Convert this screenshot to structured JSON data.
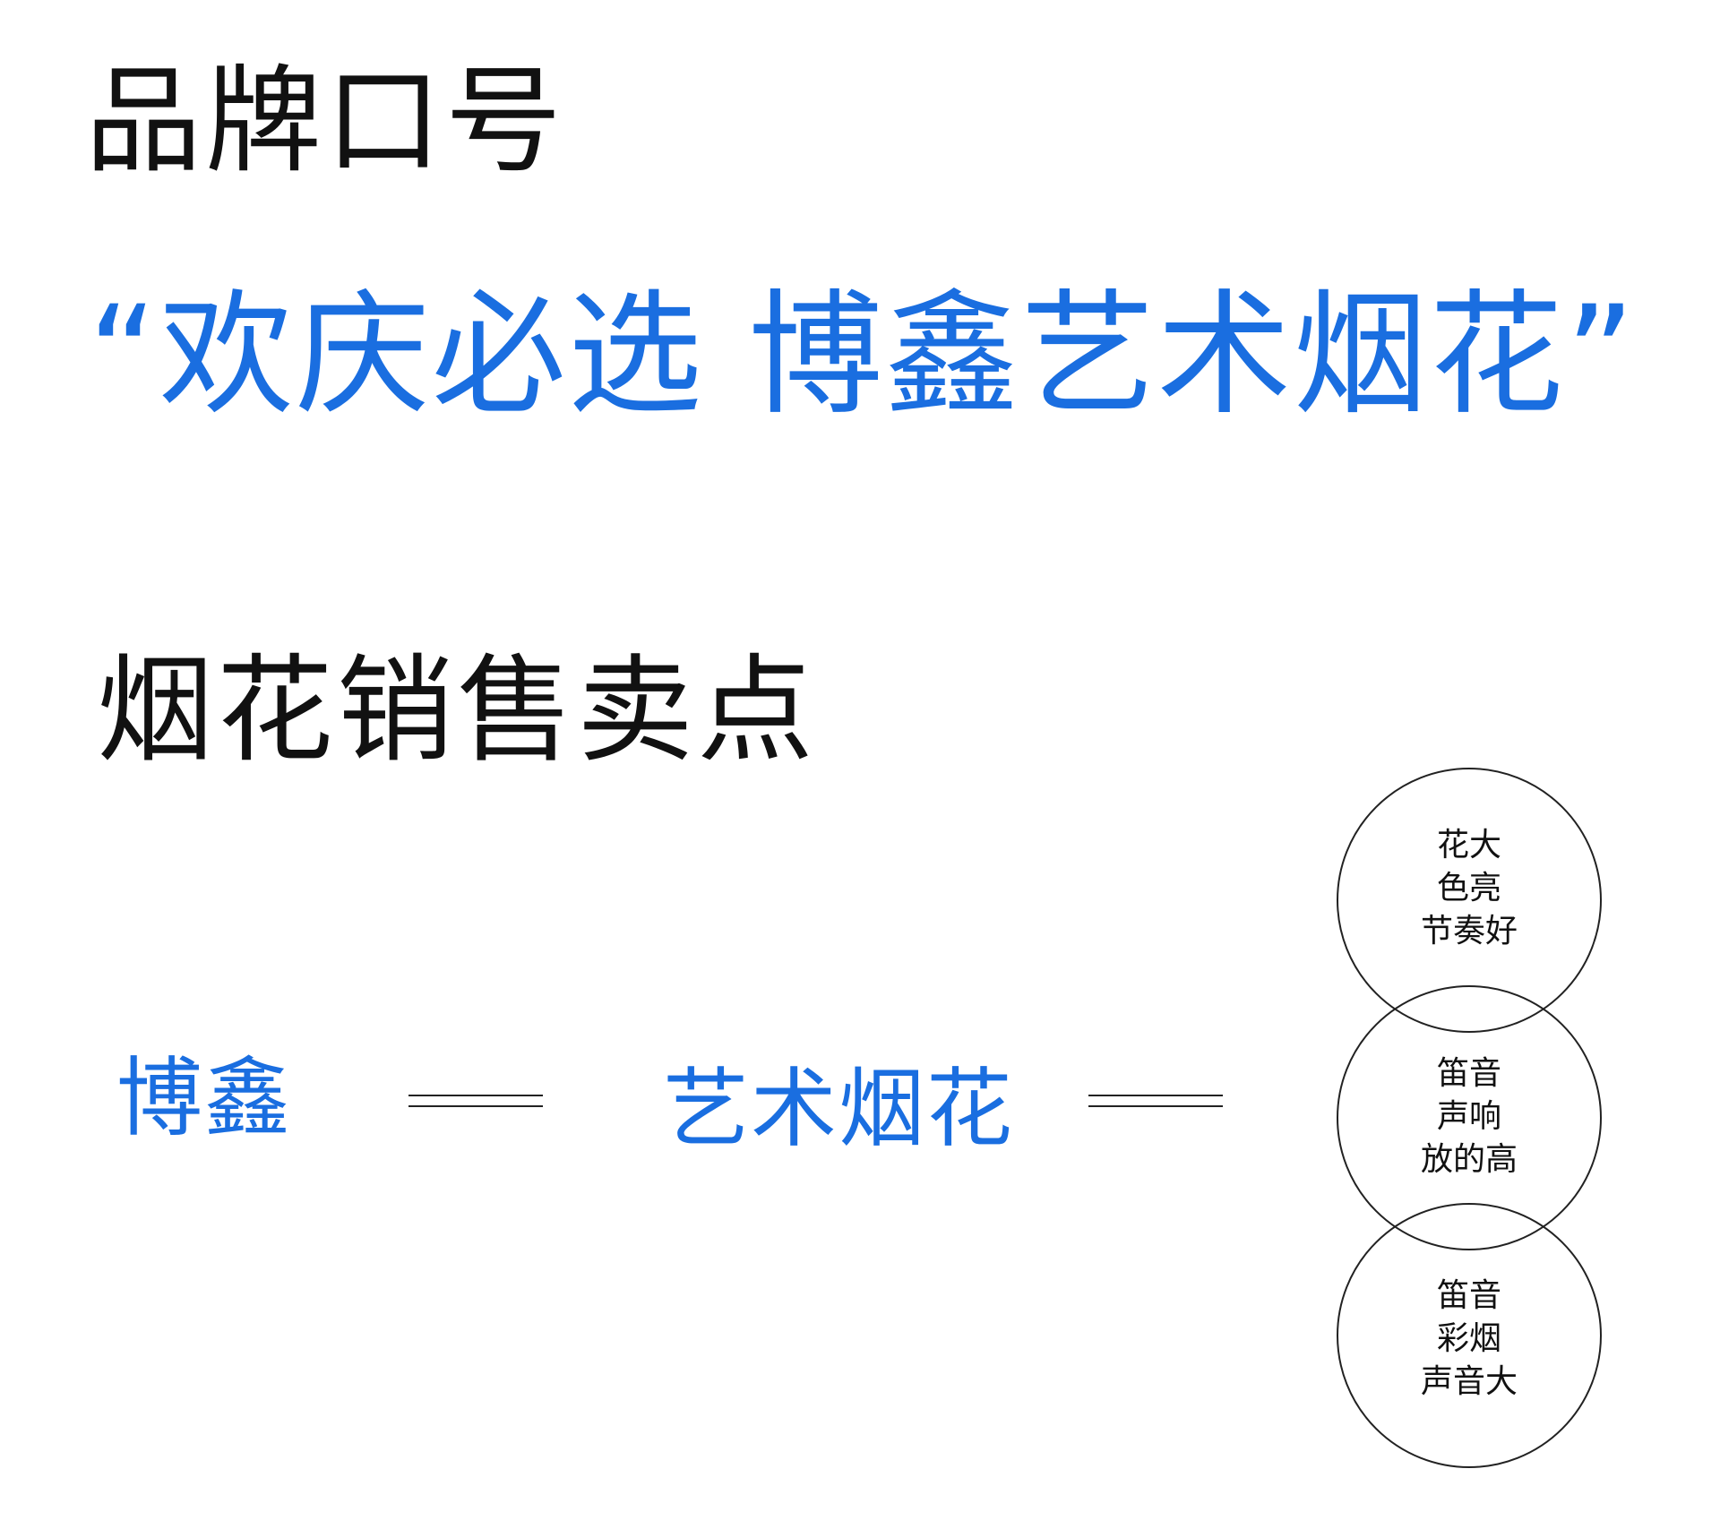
{
  "brand_slogan_section": {
    "title": "品牌口号",
    "slogan": "“欢庆必选 博鑫艺术烟花”"
  },
  "selling_points_section": {
    "title": "烟花销售卖点",
    "brand": "博鑫",
    "product": "艺术烟花",
    "circles": [
      {
        "lines": [
          "花大",
          "色亮",
          "节奏好"
        ]
      },
      {
        "lines": [
          "笛音",
          "声响",
          "放的高"
        ]
      },
      {
        "lines": [
          "笛音",
          "彩烟",
          "声音大"
        ]
      }
    ]
  },
  "colors": {
    "accent_blue": "#1a6ee0",
    "text_black": "#111111"
  }
}
